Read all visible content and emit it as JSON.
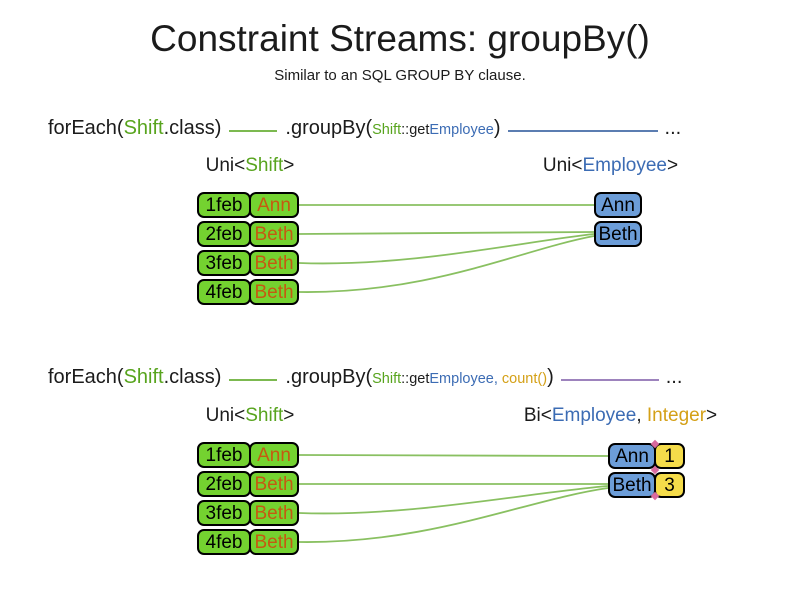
{
  "title": "Constraint Streams: groupBy()",
  "subtitle": "Similar to an SQL GROUP BY clause.",
  "colors": {
    "ink": "#1b1b1b",
    "green-box": "#74d230",
    "blue-box": "#6c9dd8",
    "yellow-box": "#f5dc4a",
    "green-text": "#58a41e",
    "blue-text": "#3c6cb4",
    "gold-text": "#d4a017",
    "orange-text": "#c55a11",
    "green-line": "#7cb950",
    "blue-line": "#5b7db1",
    "purple-line": "#9d83bd",
    "pink-node": "#d96a9e"
  },
  "line1": {
    "foreach": "forEach(",
    "shift": "Shift",
    "class_suffix": ".class)",
    "groupby": ".groupBy(",
    "param_shift": "Shift",
    "param_getter": "::get",
    "param_employee": "Employee",
    "close_paren": ")",
    "ellipsis": "..."
  },
  "line2": {
    "foreach": "forEach(",
    "shift": "Shift",
    "class_suffix": ".class)",
    "groupby": ".groupBy(",
    "param_shift": "Shift",
    "param_getter": "::get",
    "param_employee": "Employee",
    "param_comma": ", ",
    "param_count": "count()",
    "close_paren": ")",
    "ellipsis": "..."
  },
  "diagram1": {
    "left_label": {
      "pre": "Uni<",
      "type": "Shift",
      "post": ">"
    },
    "right_label": {
      "pre": "Uni<",
      "type": "Employee",
      "post": ">"
    },
    "rows": [
      {
        "date": "1feb",
        "name": "Ann"
      },
      {
        "date": "2feb",
        "name": "Beth"
      },
      {
        "date": "3feb",
        "name": "Beth"
      },
      {
        "date": "4feb",
        "name": "Beth"
      }
    ],
    "groups": [
      "Ann",
      "Beth"
    ]
  },
  "diagram2": {
    "left_label": {
      "pre": "Uni<",
      "type": "Shift",
      "post": ">"
    },
    "right_label": {
      "pre": "Bi<",
      "type1": "Employee",
      "sep": ", ",
      "type2": "Integer",
      "post": ">"
    },
    "rows": [
      {
        "date": "1feb",
        "name": "Ann"
      },
      {
        "date": "2feb",
        "name": "Beth"
      },
      {
        "date": "3feb",
        "name": "Beth"
      },
      {
        "date": "4feb",
        "name": "Beth"
      }
    ],
    "groups": [
      {
        "name": "Ann",
        "count": "1"
      },
      {
        "name": "Beth",
        "count": "3"
      }
    ]
  }
}
